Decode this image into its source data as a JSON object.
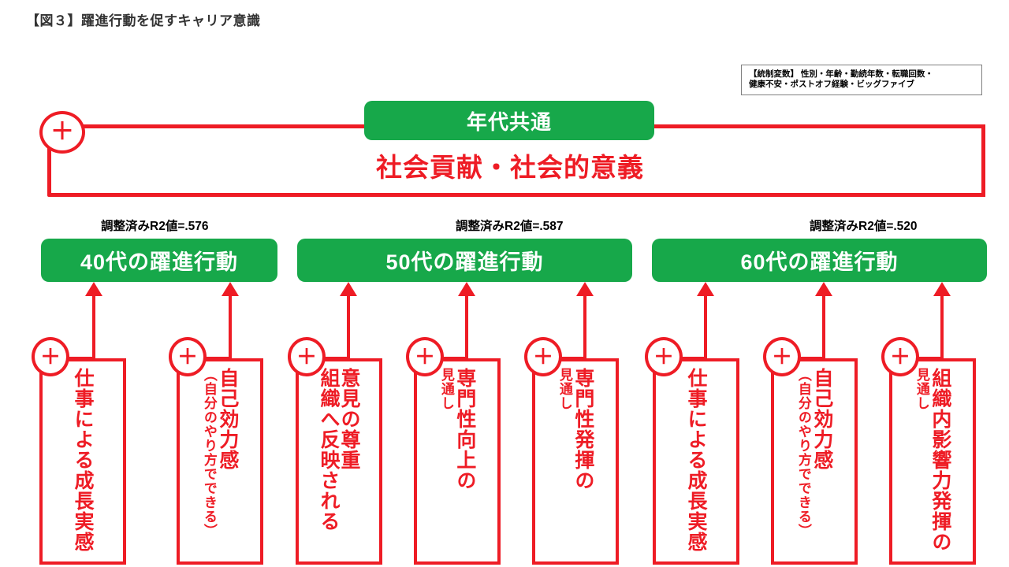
{
  "figure": {
    "title": "【図３】躍進行動を促すキャリア意識"
  },
  "control_note": {
    "line1": "【統制変数】 性別・年齢・勤続年数・転職回数・",
    "line2": "健康不安・ポストオフ経験・ビッグファイブ"
  },
  "common": {
    "box_label": "年代共通",
    "headline": "社会貢献・社会的意義",
    "plus_symbol": "＋"
  },
  "colors": {
    "green": "#17a84a",
    "red": "#ee1c25",
    "title_gray": "#333333",
    "note_border": "#7f7f7f"
  },
  "groups": [
    {
      "r2_label": "調整済みR2値=.576",
      "green_label": "40代の躍進行動"
    },
    {
      "r2_label": "調整済みR2値=.587",
      "green_label": "50代の躍進行動"
    },
    {
      "r2_label": "調整済みR2値=.520",
      "green_label": "60代の躍進行動"
    }
  ],
  "predictors": [
    {
      "main": "仕事による成長実感",
      "sub": "",
      "plus": "＋"
    },
    {
      "main": "自己効力感",
      "sub": "（自分のやり方でできる）",
      "plus": "＋"
    },
    {
      "main": "意見の尊重",
      "sub": "組織へ反映される",
      "plus": "＋"
    },
    {
      "main": "専門性向上の",
      "sub": "見通し",
      "plus": "＋"
    },
    {
      "main": "専門性発揮の",
      "sub": "見通し",
      "plus": "＋"
    },
    {
      "main": "仕事による成長実感",
      "sub": "",
      "plus": "＋"
    },
    {
      "main": "自己効力感",
      "sub": "（自分のやり方でできる）",
      "plus": "＋"
    },
    {
      "main": "組織内影響力発揮の",
      "sub": "見通し",
      "plus": "＋"
    }
  ]
}
